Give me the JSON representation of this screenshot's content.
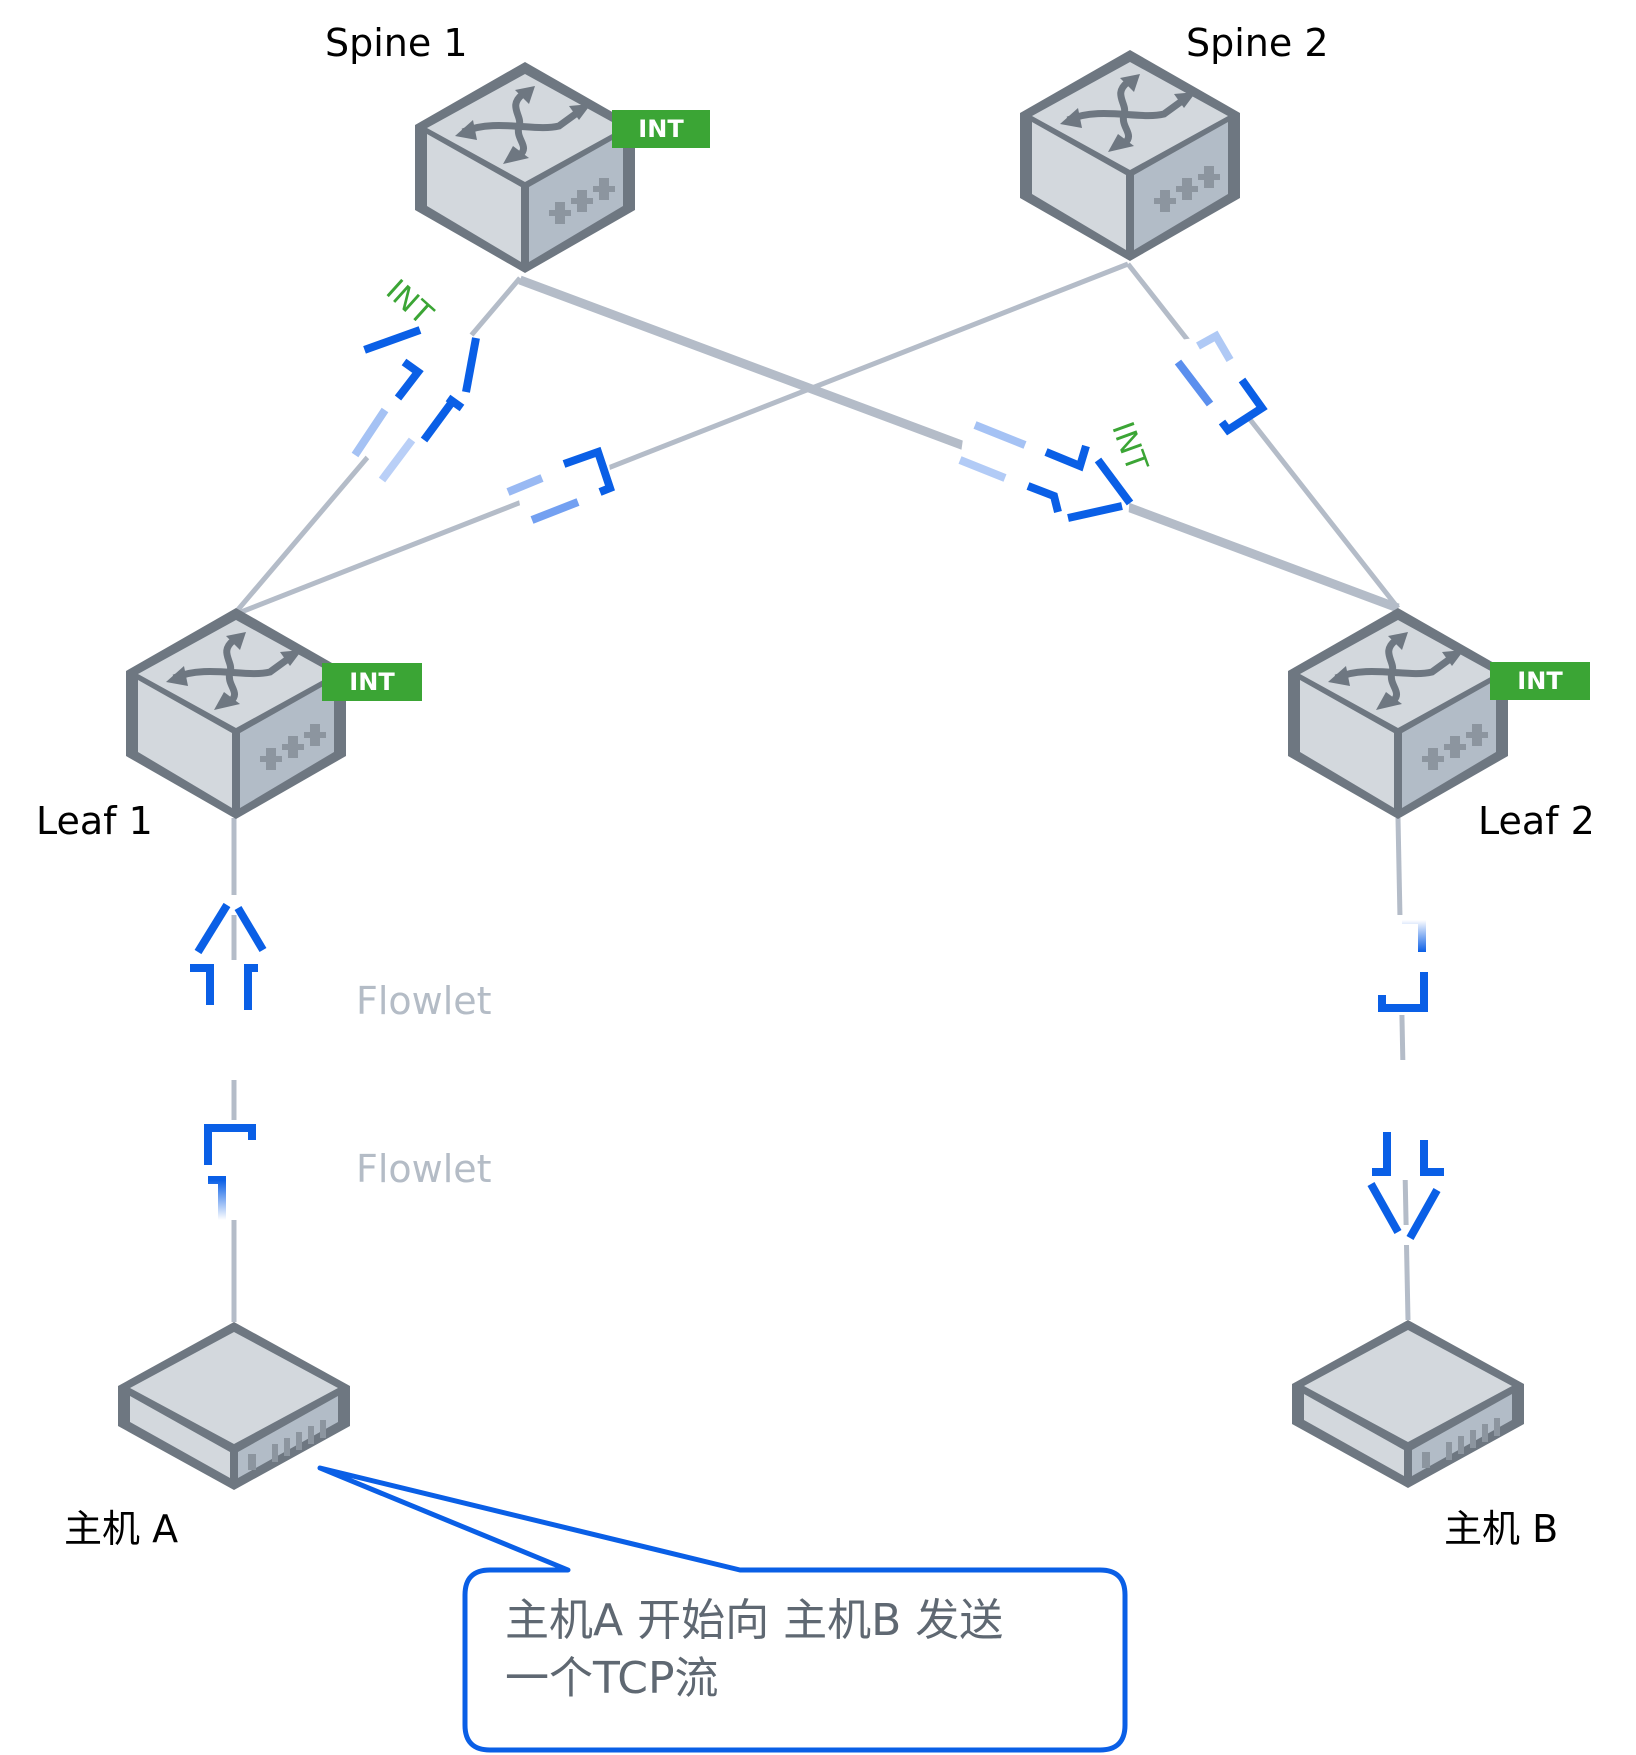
{
  "nodes": {
    "spine1": {
      "label": "Spine 1",
      "int_enabled": true
    },
    "spine2": {
      "label": "Spine 2",
      "int_enabled": false
    },
    "leaf1": {
      "label": "Leaf 1",
      "int_enabled": true
    },
    "leaf2": {
      "label": "Leaf 2",
      "int_enabled": true
    },
    "hostA": {
      "label": "主机 A"
    },
    "hostB": {
      "label": "主机 B"
    }
  },
  "badge_text": "INT",
  "path_int_labels": [
    "INT",
    "INT"
  ],
  "flowlet_labels": [
    "Flowlet",
    "Flowlet"
  ],
  "callout": {
    "line1": "主机A 开始向 主机B 发送",
    "line2": "一个TCP流"
  },
  "links": [
    {
      "from": "spine1",
      "to": "leaf1",
      "weight": "thin"
    },
    {
      "from": "spine1",
      "to": "leaf2",
      "weight": "thick"
    },
    {
      "from": "spine2",
      "to": "leaf1",
      "weight": "thin"
    },
    {
      "from": "spine2",
      "to": "leaf2",
      "weight": "thin"
    },
    {
      "from": "leaf1",
      "to": "hostA",
      "weight": "thin"
    },
    {
      "from": "leaf2",
      "to": "hostB",
      "weight": "thin"
    }
  ],
  "colors": {
    "link": "#b4bcc8",
    "flow": "#0a5fe6",
    "int_green": "#3ba535",
    "device_stroke": "#6e7781",
    "device_top": "#d3d8dd",
    "device_side": "#b2bcc7"
  }
}
